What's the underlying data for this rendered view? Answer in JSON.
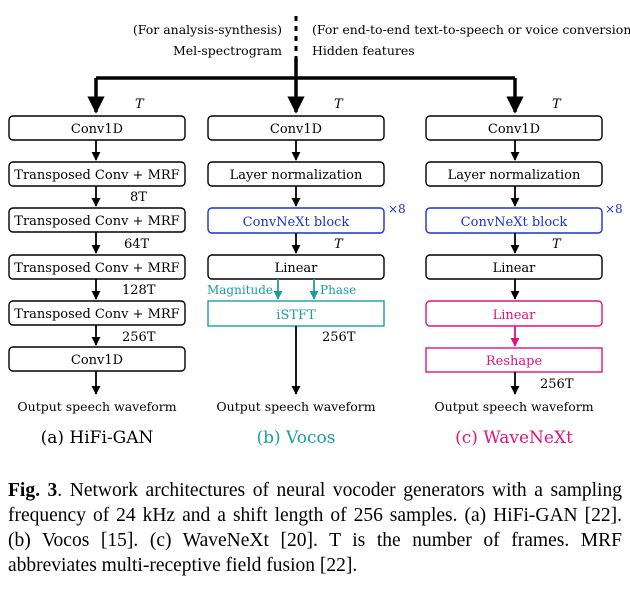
{
  "colors": {
    "black": "#000000",
    "vocos": "#1a9fa0",
    "wavenext": "#e0137d",
    "convnext": "#1a31d6"
  },
  "top": {
    "left_note": "(For analysis-synthesis)",
    "left_label": "Mel-spectrogram",
    "right_note": "(For end-to-end text-to-speech or voice conversion)",
    "right_label": "Hidden features"
  },
  "hifigan": {
    "frames_in": "T",
    "conv_in": "Conv1D",
    "up1": "Transposed Conv + MRF",
    "frames1": "8T",
    "up2": "Transposed Conv + MRF",
    "frames2": "64T",
    "up3": "Transposed Conv + MRF",
    "frames3": "128T",
    "up4": "Transposed Conv + MRF",
    "frames4": "256T",
    "conv_out": "Conv1D",
    "output": "Output speech waveform",
    "title": "(a) HiFi-GAN"
  },
  "vocos": {
    "frames_in": "T",
    "conv_in": "Conv1D",
    "layernorm": "Layer normalization",
    "convnext": "ConvNeXt block",
    "repeat": "×8",
    "frames_mid": "T",
    "linear": "Linear",
    "magnitude": "Magnitude",
    "phase": "Phase",
    "istft": "iSTFT",
    "frames_out": "256T",
    "output": "Output speech waveform",
    "title": "(b) Vocos"
  },
  "wavenext": {
    "frames_in": "T",
    "conv_in": "Conv1D",
    "layernorm": "Layer normalization",
    "convnext": "ConvNeXt block",
    "repeat": "×8",
    "frames_mid": "T",
    "linear1": "Linear",
    "linear2": "Linear",
    "reshape": "Reshape",
    "frames_out": "256T",
    "output": "Output speech waveform",
    "title": "(c) WaveNeXt"
  },
  "caption": {
    "label": "Fig. 3",
    "text": ". Network architectures of neural vocoder generators with a sampling frequency of 24 kHz and a shift length of 256 samples. (a) HiFi-GAN [22]. (b) Vocos [15]. (c) WaveNeXt [20]. T is the number of frames. MRF abbreviates multi-receptive field fusion [22]."
  }
}
